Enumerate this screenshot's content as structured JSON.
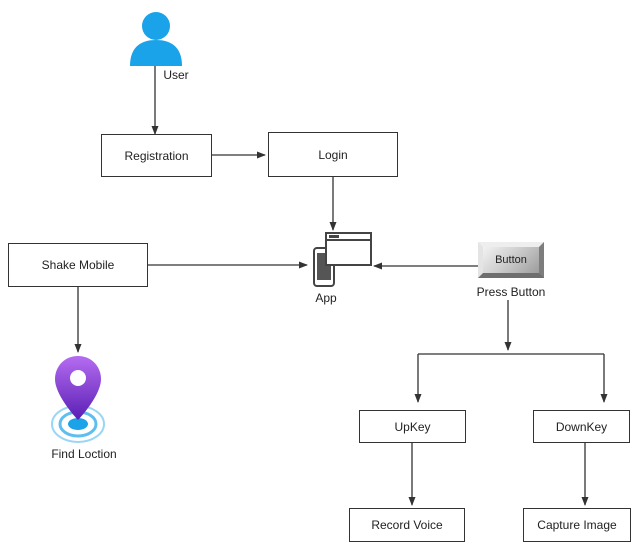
{
  "colors": {
    "user_icon": "#1aa3e8",
    "pin_top": "#b56cf0",
    "pin_bottom": "#5a1fb5",
    "pulse_ring": "#1aa3e8",
    "stroke": "#333333"
  },
  "icons": {
    "user": "user-icon",
    "app": "mobile-browser-icon",
    "location": "location-pin-icon"
  },
  "labels": {
    "user": "User",
    "app": "App",
    "press_button": "Press Button",
    "find_location": "Find Loction"
  },
  "nodes": {
    "registration": "Registration",
    "login": "Login",
    "shake_mobile": "Shake Mobile",
    "button": "Button",
    "upkey": "UpKey",
    "downkey": "DownKey",
    "record_voice": "Record Voice",
    "capture_image": "Capture Image"
  }
}
